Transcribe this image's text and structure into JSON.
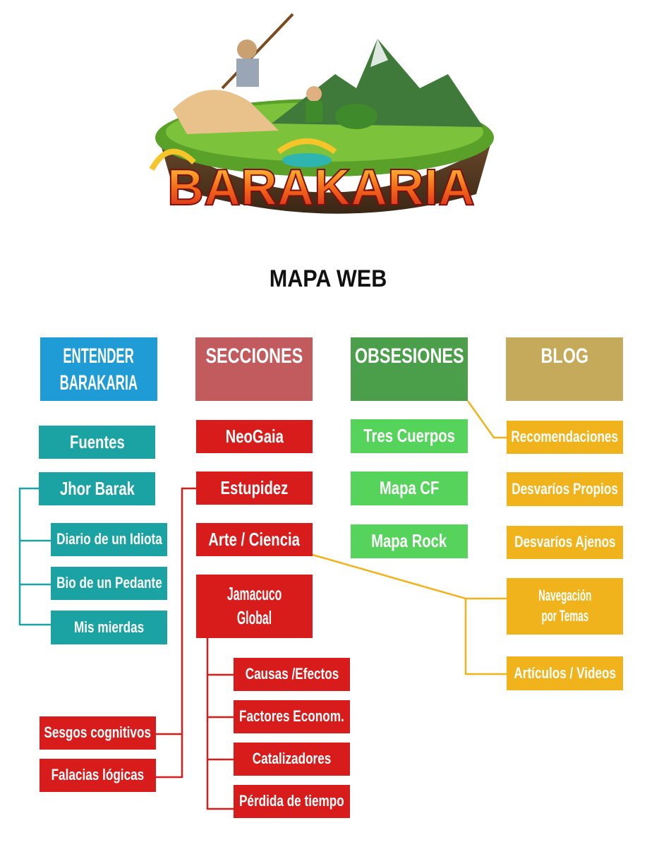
{
  "logo": {
    "text": "BARAKARIA"
  },
  "title": "MAPA WEB",
  "colors": {
    "entender": "#1f9bd5",
    "secciones": "#c15b5e",
    "obsesiones": "#4c9f4a",
    "blog": "#c4aa5a",
    "teal": "#1ba3a3",
    "red": "#d81c1c",
    "green": "#55d35a",
    "yellow": "#f0b31b"
  },
  "columns": {
    "entender": {
      "header_line1": "ENTENDER",
      "header_line2": "BARAKARIA",
      "items": [
        "Fuentes",
        "Jhor Barak"
      ],
      "subitems": [
        "Diario de un Idiota",
        "Bio de un Pedante",
        "Mis mierdas"
      ]
    },
    "secciones": {
      "header": "SECCIONES",
      "items": [
        "NeoGaia",
        "Estupidez",
        "Arte / Ciencia"
      ],
      "jamacuco_line1": "Jamacuco",
      "jamacuco_line2": "Global",
      "jamacuco_subitems": [
        "Causas /Efectos",
        "Factores Econom.",
        "Catalizadores",
        "Pérdida de tiempo"
      ],
      "estupidez_subitems": [
        "Sesgos cognitivos",
        "Falacias lógicas"
      ]
    },
    "obsesiones": {
      "header": "OBSESIONES",
      "items": [
        "Tres Cuerpos",
        "Mapa CF",
        "Mapa Rock"
      ]
    },
    "blog": {
      "header": "BLOG",
      "items": [
        "Recomendaciones",
        "Desvaríos Propios",
        "Desvaríos Ajenos"
      ],
      "navegacion_line1": "Navegación",
      "navegacion_line2": "por Temas",
      "articulos": "Artículos / Videos"
    }
  }
}
